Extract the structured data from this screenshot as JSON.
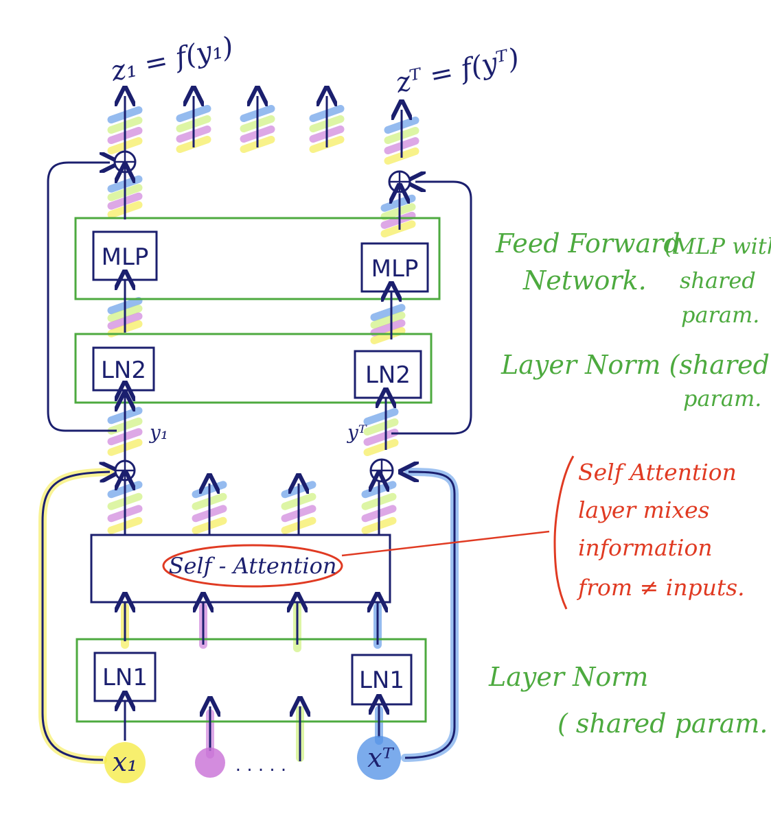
{
  "outputs": {
    "left": "z₁ = f(y₁)",
    "right": "zᵀ = f(yᵀ)"
  },
  "blocks": {
    "mlp": "MLP",
    "ln2": "LN2",
    "ln1": "LN1",
    "self_attention": "Self - Attention"
  },
  "intermediate": {
    "y_left": "y₁",
    "y_right": "yᵀ"
  },
  "inputs": {
    "x_left": "x₁",
    "x_right": "xᵀ",
    "ellipsis": ". . . . ."
  },
  "annotations": {
    "ffn_line1": "Feed Forward",
    "ffn_line2": "Network.",
    "ffn_note_line1": "(MLP with",
    "ffn_note_line2": "shared",
    "ffn_note_line3": "param.",
    "ln2_line1": "Layer Norm (shared",
    "ln2_line2": "param.",
    "sa_line1": "Self Attention",
    "sa_line2": "layer mixes",
    "sa_line3": "information",
    "sa_line4": "from ≠ inputs.",
    "ln1_line1": "Layer Norm",
    "ln1_line2": "( shared param."
  },
  "colors": {
    "navy": "#1b1f6e",
    "green": "#4daa3f",
    "red": "#e03a22",
    "blue": "#4f8fe6",
    "yellow": "#f4ea3d",
    "purple": "#c86fd6",
    "lime": "#c8f06a",
    "pink": "#e785d8"
  }
}
